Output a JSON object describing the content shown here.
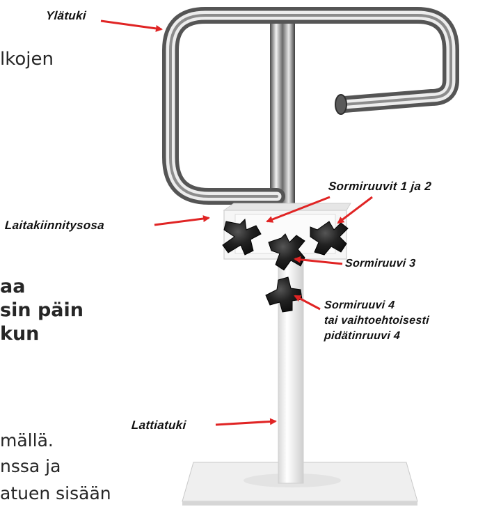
{
  "background_text": [
    "lkojen",
    "aa",
    "sin päin",
    "kun",
    "mällä.",
    "nssa ja",
    "atuen sisään"
  ],
  "labels": {
    "ylatuki": "Ylätuki",
    "laitakiinnitysosa": "Laitakiinnitysosa",
    "sormiruuvit_1_2": "Sormiruuvit 1 ja 2",
    "sormiruuvi_3": "Sormiruuvi 3",
    "sormiruuvi_4_line1": "Sormiruuvi 4",
    "sormiruuvi_4_line2": "tai vaihtoehtoisesti",
    "sormiruuvi_4_line3": "pidätinruuvi 4",
    "lattiatuki": "Lattiatuki"
  },
  "colors": {
    "arrow": "#e02424",
    "label_text": "#111111",
    "chrome": "#9a9a9a",
    "white_part": "#f4f4f4",
    "knob": "#1d1d1d"
  }
}
